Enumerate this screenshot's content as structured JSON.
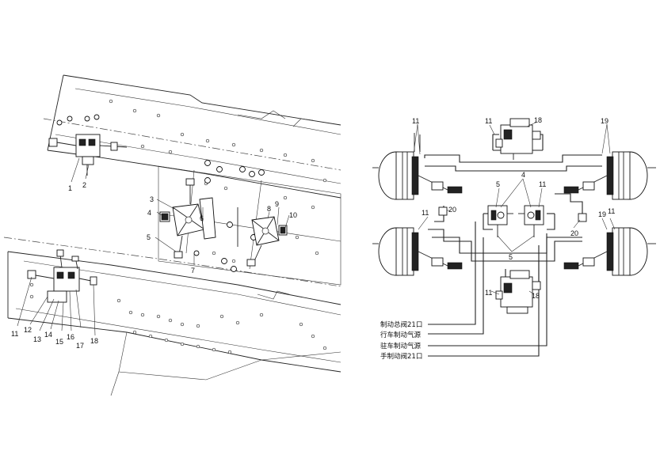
{
  "left_callouts": [
    "1",
    "2",
    "3",
    "4",
    "5",
    "6",
    "7",
    "8",
    "9",
    "10",
    "11",
    "12",
    "13",
    "14",
    "15",
    "16",
    "17",
    "18"
  ],
  "right_callouts": {
    "c11_tl": "11",
    "c18_top": "18",
    "c11_top": "11",
    "c19_tr": "19",
    "c4": "4",
    "c5_top": "5",
    "c11_mid": "11",
    "c11_l2": "11",
    "c20_l": "20",
    "c20_r": "20",
    "c19_r2": "19",
    "c11_r2": "11",
    "c5_bot": "5",
    "c11_bot": "11",
    "c18_bot": "18"
  },
  "legend": [
    "制动总阀21口",
    "行车制动气源",
    "驻车制动气源",
    "手制动阀21口"
  ]
}
